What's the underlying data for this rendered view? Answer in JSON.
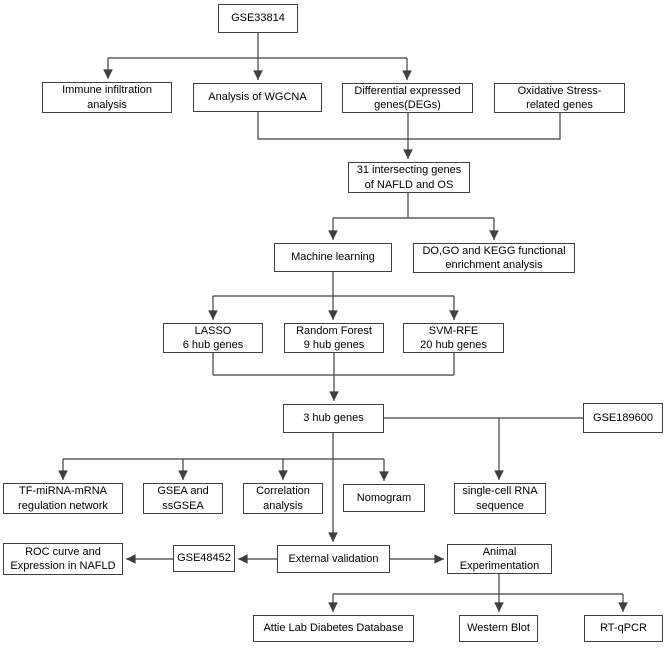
{
  "diagram": {
    "type": "flowchart",
    "colors": {
      "line": "#3f3f3f",
      "text": "#000000",
      "background": "#ffffff",
      "node_fill": "#ffffff"
    },
    "nodes": {
      "gse33814": "GSE33814",
      "immune_infiltration": "Immune infiltration\nanalysis",
      "wgcna": "Analysis of WGCNA",
      "degs": "Differential expressed\ngenes(DEGs)",
      "oxidative_stress": "Oxidative Stress-\nrelated genes",
      "intersecting_genes": "31 intersecting genes\nof NAFLD and OS",
      "machine_learning": "Machine learning",
      "enrichment": "DO,GO and KEGG functional\nenrichment analysis",
      "lasso": "LASSO\n6 hub genes",
      "random_forest": "Random Forest\n9 hub genes",
      "svm_rfe": "SVM-RFE\n20 hub genes",
      "hub_genes": "3 hub genes",
      "gse189600": "GSE189600",
      "tf_mirna": "TF-miRNA-mRNA\nregulation network",
      "gsea": "GSEA and\nssGSEA",
      "correlation": "Correlation\nanalysis",
      "nomogram": "Nomogram",
      "single_cell": "single-cell RNA\nsequence",
      "roc": "ROC curve and\nExpression in NAFLD",
      "gse48452": "GSE48452",
      "external_validation": "External validation",
      "animal": "Animal\nExperimentation",
      "attie": "Attie Lab Diabetes Database",
      "western_blot": "Western Blot",
      "rt_qpcr": "RT-qPCR"
    },
    "edges": [
      {
        "from": "gse33814",
        "to": "immune_infiltration"
      },
      {
        "from": "gse33814",
        "to": "wgcna"
      },
      {
        "from": "gse33814",
        "to": "degs"
      },
      {
        "from": "wgcna",
        "to": "intersecting_genes"
      },
      {
        "from": "degs",
        "to": "intersecting_genes"
      },
      {
        "from": "oxidative_stress",
        "to": "intersecting_genes"
      },
      {
        "from": "intersecting_genes",
        "to": "machine_learning"
      },
      {
        "from": "intersecting_genes",
        "to": "enrichment"
      },
      {
        "from": "machine_learning",
        "to": "lasso"
      },
      {
        "from": "machine_learning",
        "to": "random_forest"
      },
      {
        "from": "machine_learning",
        "to": "svm_rfe"
      },
      {
        "from": "lasso",
        "to": "hub_genes"
      },
      {
        "from": "random_forest",
        "to": "hub_genes"
      },
      {
        "from": "svm_rfe",
        "to": "hub_genes"
      },
      {
        "from": "hub_genes",
        "to": "gse189600",
        "arrow": false
      },
      {
        "from": "gse189600",
        "to": "single_cell"
      },
      {
        "from": "hub_genes",
        "to": "tf_mirna"
      },
      {
        "from": "hub_genes",
        "to": "gsea"
      },
      {
        "from": "hub_genes",
        "to": "correlation"
      },
      {
        "from": "hub_genes",
        "to": "nomogram"
      },
      {
        "from": "hub_genes",
        "to": "external_validation"
      },
      {
        "from": "external_validation",
        "to": "gse48452"
      },
      {
        "from": "gse48452",
        "to": "roc"
      },
      {
        "from": "external_validation",
        "to": "animal"
      },
      {
        "from": "animal",
        "to": "attie"
      },
      {
        "from": "animal",
        "to": "western_blot"
      },
      {
        "from": "animal",
        "to": "rt_qpcr"
      }
    ]
  }
}
